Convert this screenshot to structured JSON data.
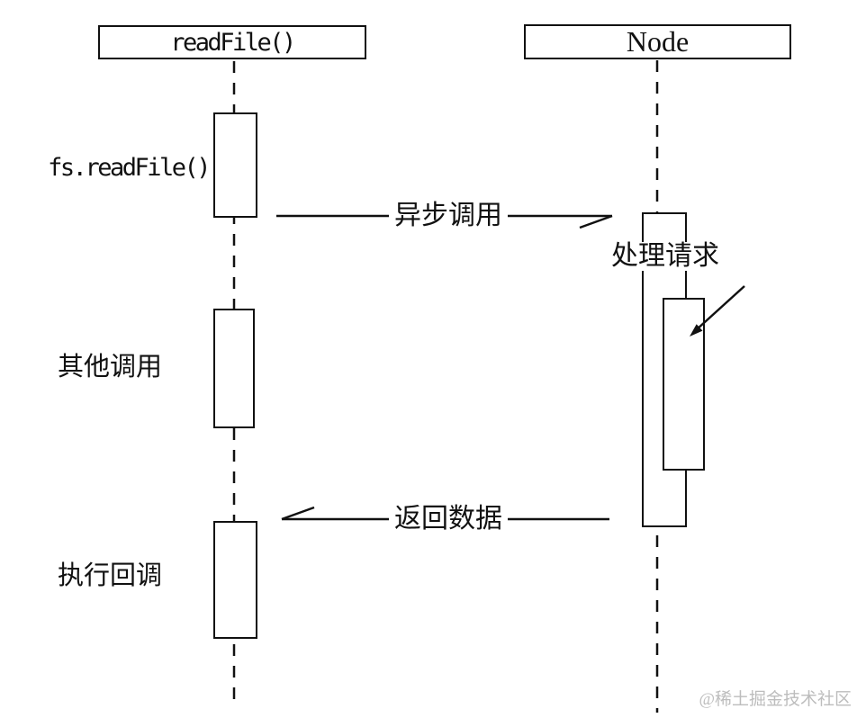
{
  "diagram": {
    "type": "sequence-diagram",
    "topic": "Node.js asynchronous fs.readFile call flow"
  },
  "actors": {
    "left": {
      "label": "readFile()"
    },
    "right": {
      "label": "Node"
    }
  },
  "annotations": {
    "fs_readfile": "fs.readFile()",
    "other_calls": "其他调用",
    "exec_callback": "执行回调",
    "process_request": "处理请求"
  },
  "messages": {
    "async_call": "异步调用",
    "return_data": "返回数据"
  },
  "icons": {
    "async_arrowhead": "open-half-arrowhead-right",
    "return_arrowhead": "open-half-arrowhead-left",
    "self_call_arrowhead": "filled-arrowhead-down-left"
  },
  "watermark": "@稀土掘金技术社区",
  "colors": {
    "line": "#111111",
    "background": "#ffffff",
    "watermark": "#bdbdbd"
  }
}
